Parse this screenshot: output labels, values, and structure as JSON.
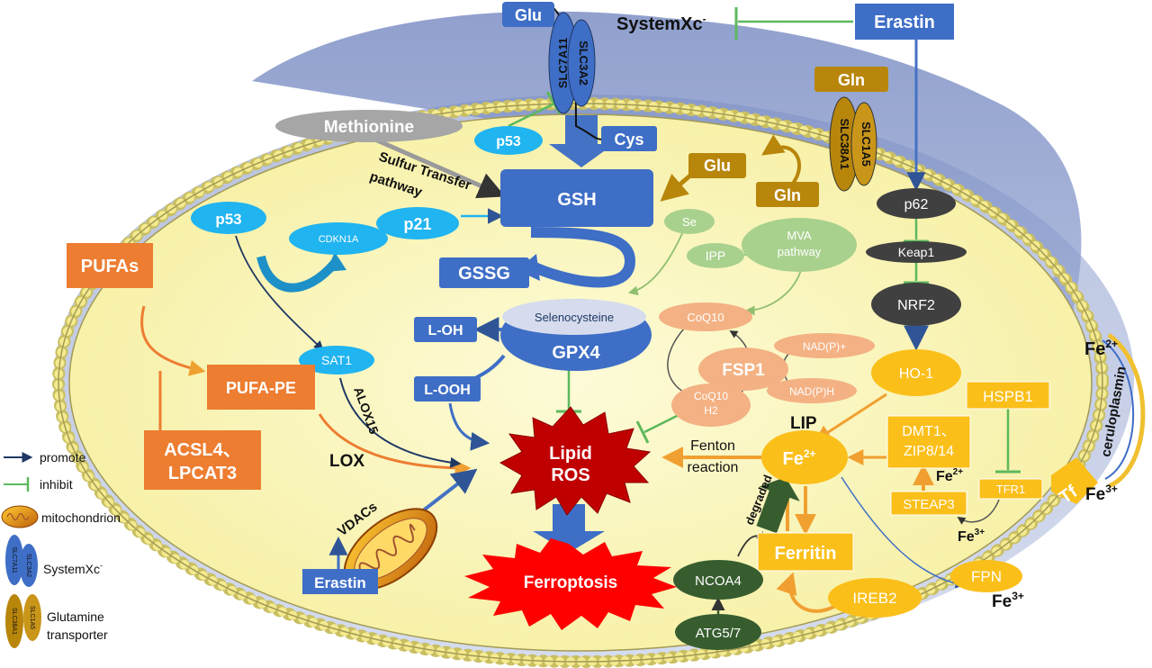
{
  "colors": {
    "membrane": "#8fa3cf",
    "cytoplasm": "#fbf8c8",
    "blue_box": "#3e6ec6",
    "light_blue": "#20b4f0",
    "orange_box": "#ed7d31",
    "gold_box": "#b8860b",
    "yellow_box": "#fbbf1a",
    "green_dark": "#375d2f",
    "grey_dark": "#404040",
    "salmon": "#f4b183",
    "light_green": "#a9d18e",
    "promote": "#1f3864",
    "inhibit": "#5cb85c"
  },
  "labels": {
    "glu_top": "Glu",
    "slc7a11": "SLC7A11",
    "slc3a2": "SLC3A2",
    "systemxc": "SystemXc",
    "systemxc_sup": "-",
    "erastin_top": "Erastin",
    "gln_top": "Gln",
    "slc38a1": "SLC38A1",
    "slc1a5": "SLC1A5",
    "methionine": "Methionine",
    "p53_top": "p53",
    "cys": "Cys",
    "glu_mid": "Glu",
    "gln_mid": "Gln",
    "sulfur_line1": "Sulfur Transfer",
    "sulfur_line2": "pathway",
    "gsh": "GSH",
    "p62": "p62",
    "p53_left": "p53",
    "cdkn1a": "CDKN1A",
    "p21": "p21",
    "se": "Se",
    "mva_line1": "MVA",
    "mva_line2": "pathway",
    "ipp": "IPP",
    "keap1": "Keap1",
    "pufas": "PUFAs",
    "gssg": "GSSG",
    "nrf2": "NRF2",
    "selenocysteine": "Selenocysteine",
    "coq10": "CoQ10",
    "l_oh": "L-OH",
    "gpx4": "GPX4",
    "sat1": "SAT1",
    "pufa_pe": "PUFA-PE",
    "fsp1": "FSP1",
    "nadp_plus": "NAD(P)+",
    "nadph": "NAD(P)H",
    "ho1": "HO-1",
    "l_ooh": "L-OOH",
    "alox15": "ALOX15",
    "coq10h2_line1": "CoQ10",
    "coq10h2_line2": "H2",
    "fe2_out": "Fe",
    "fe2_out_sup": "2+",
    "ceruloplasmin": "ceruloplasmin",
    "hspb1": "HSPB1",
    "lip": "LIP",
    "dmt1_line1": "DMT1、",
    "dmt1_line2": "ZIP8/14",
    "acsl4_line1": "ACSL4、",
    "acsl4_line2": "LPCAT3",
    "lox": "LOX",
    "lipid_ros_line1": "Lipid",
    "lipid_ros_line2": "ROS",
    "fenton_line1": "Fenton",
    "fenton_line2": "reaction",
    "fe2_lip": "Fe",
    "fe2_lip_sup": "2+",
    "fe2_small": "Fe",
    "fe2_small_sup": "2+",
    "tfr1": "TFR1",
    "tf": "Tf",
    "fe3_tf": "Fe",
    "fe3_tf_sup": "3+",
    "steap3": "STEAP3",
    "fe3_inner": "Fe",
    "fe3_inner_sup": "3+",
    "vdacs": "VDACs",
    "degraded": "degraded",
    "ferritin": "Ferritin",
    "erastin_bottom": "Erastin",
    "ferroptosis": "Ferroptosis",
    "ncoa4": "NCOA4",
    "fpn": "FPN",
    "fe3_fpn": "Fe",
    "fe3_fpn_sup": "3+",
    "ireb2": "IREB2",
    "atg": "ATG5/7"
  },
  "legend": {
    "promote": "promote",
    "inhibit": "inhibit",
    "mitochondrion": "mitochondrion",
    "systemxc": "SystemXc",
    "systemxc_sup": "-",
    "glutamine_line1": "Glutamine",
    "glutamine_line2": "transporter",
    "icon_slc7a11": "SLC7A11",
    "icon_slc3a2": "SLC3A2",
    "icon_slc38a1": "SLC38A1",
    "icon_slc1a5": "SLC1A5"
  }
}
